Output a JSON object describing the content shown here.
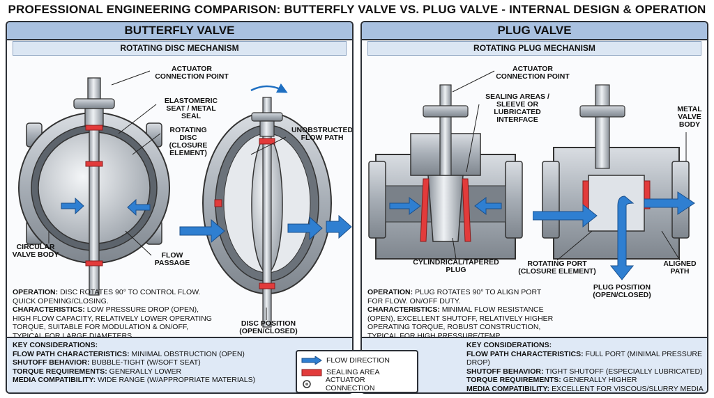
{
  "title": "PROFESSIONAL ENGINEERING COMPARISON: BUTTERFLY VALVE VS. PLUG VALVE - INTERNAL DESIGN & OPERATION",
  "butterfly": {
    "header": "BUTTERFLY VALVE",
    "subheader": "ROTATING DISC MECHANISM",
    "labels": {
      "actuator": "ACTUATOR\nCONNECTION POINT",
      "seat": "ELASTOMERIC\nSEAT / METAL SEAL",
      "disc": "ROTATING DISC\n(CLOSURE\nELEMENT)",
      "unobstructed": "UNOBSTRUCTED\nFLOW PATH",
      "body": "CIRCULAR\nVALVE BODY",
      "passage": "FLOW\nPASSAGE",
      "position": "DISC POSITION\n(OPEN/CLOSED)"
    },
    "operation_label": "OPERATION:",
    "operation_text": "DISC ROTATES 90° TO CONTROL FLOW. QUICK OPENING/CLOSING.",
    "characteristics_label": "CHARACTERISTICS:",
    "characteristics_text": "LOW PRESSURE DROP (OPEN), HIGH FLOW CAPACITY, RELATIVELY LOWER OPERATING TORQUE, SUITABLE FOR MODULATION & ON/OFF, TYPICAL FOR LARGE DIAMETERS.",
    "key_title": "KEY CONSIDERATIONS:",
    "key": [
      {
        "label": "FLOW PATH CHARACTERISTICS:",
        "value": "MINIMAL OBSTRUCTION (OPEN)"
      },
      {
        "label": "SHUTOFF BEHAVIOR:",
        "value": "BUBBLE-TIGHT (W/SOFT SEAT)"
      },
      {
        "label": "TORQUE REQUIREMENTS:",
        "value": "GENERALLY LOWER"
      },
      {
        "label": "MEDIA COMPATIBILITY:",
        "value": "WIDE RANGE (W/APPROPRIATE MATERIALS)"
      }
    ]
  },
  "plug": {
    "header": "PLUG VALVE",
    "subheader": "ROTATING PLUG MECHANISM",
    "labels": {
      "actuator": "ACTUATOR\nCONNECTION POINT",
      "sealing": "SEALING AREAS /\nSLEEVE OR\nLUBRICATED\nINTERFACE",
      "metal": "METAL\nVALVE\nBODY",
      "plug": "CYLINDRICAL/TAPERED\nPLUG",
      "port": "ROTATING PORT\n(CLOSURE ELEMENT)",
      "aligned": "ALIGNED\nPATH",
      "position": "PLUG POSITION\n(OPEN/CLOSED)"
    },
    "operation_label": "OPERATION:",
    "operation_text": "PLUG ROTATES 90° TO ALIGN PORT FOR FLOW. ON/OFF DUTY.",
    "characteristics_label": "CHARACTERISTICS:",
    "characteristics_text": "MINIMAL FLOW RESISTANCE (OPEN), EXCELLENT SHUTOFF, RELATIVELY HIGHER OPERATING TORQUE, ROBUST CONSTRUCTION, TYPICAL FOR HIGH PRESSURE/TEMP.",
    "key_title": "KEY CONSIDERATIONS:",
    "key": [
      {
        "label": "FLOW PATH CHARACTERISTICS:",
        "value": "FULL PORT (MINIMAL PRESSURE DROP)"
      },
      {
        "label": "SHUTOFF BEHAVIOR:",
        "value": "TIGHT SHUTOFF (ESPECIALLY LUBRICATED)"
      },
      {
        "label": "TORQUE REQUIREMENTS:",
        "value": "GENERALLY HIGHER"
      },
      {
        "label": "MEDIA COMPATIBILITY:",
        "value": "EXCELLENT FOR VISCOUS/SLURRY MEDIA"
      }
    ]
  },
  "legend": {
    "flow": "FLOW DIRECTION",
    "sealing": "SEALING AREA",
    "actuator": "ACTUATOR CONNECTION"
  },
  "colors": {
    "header_bg": "#a9c1e0",
    "subheader_bg": "#dbe6f3",
    "flow_arrow": "#2f7fd1",
    "sealing": "#e23b3b",
    "metal": "#b8bec6"
  }
}
